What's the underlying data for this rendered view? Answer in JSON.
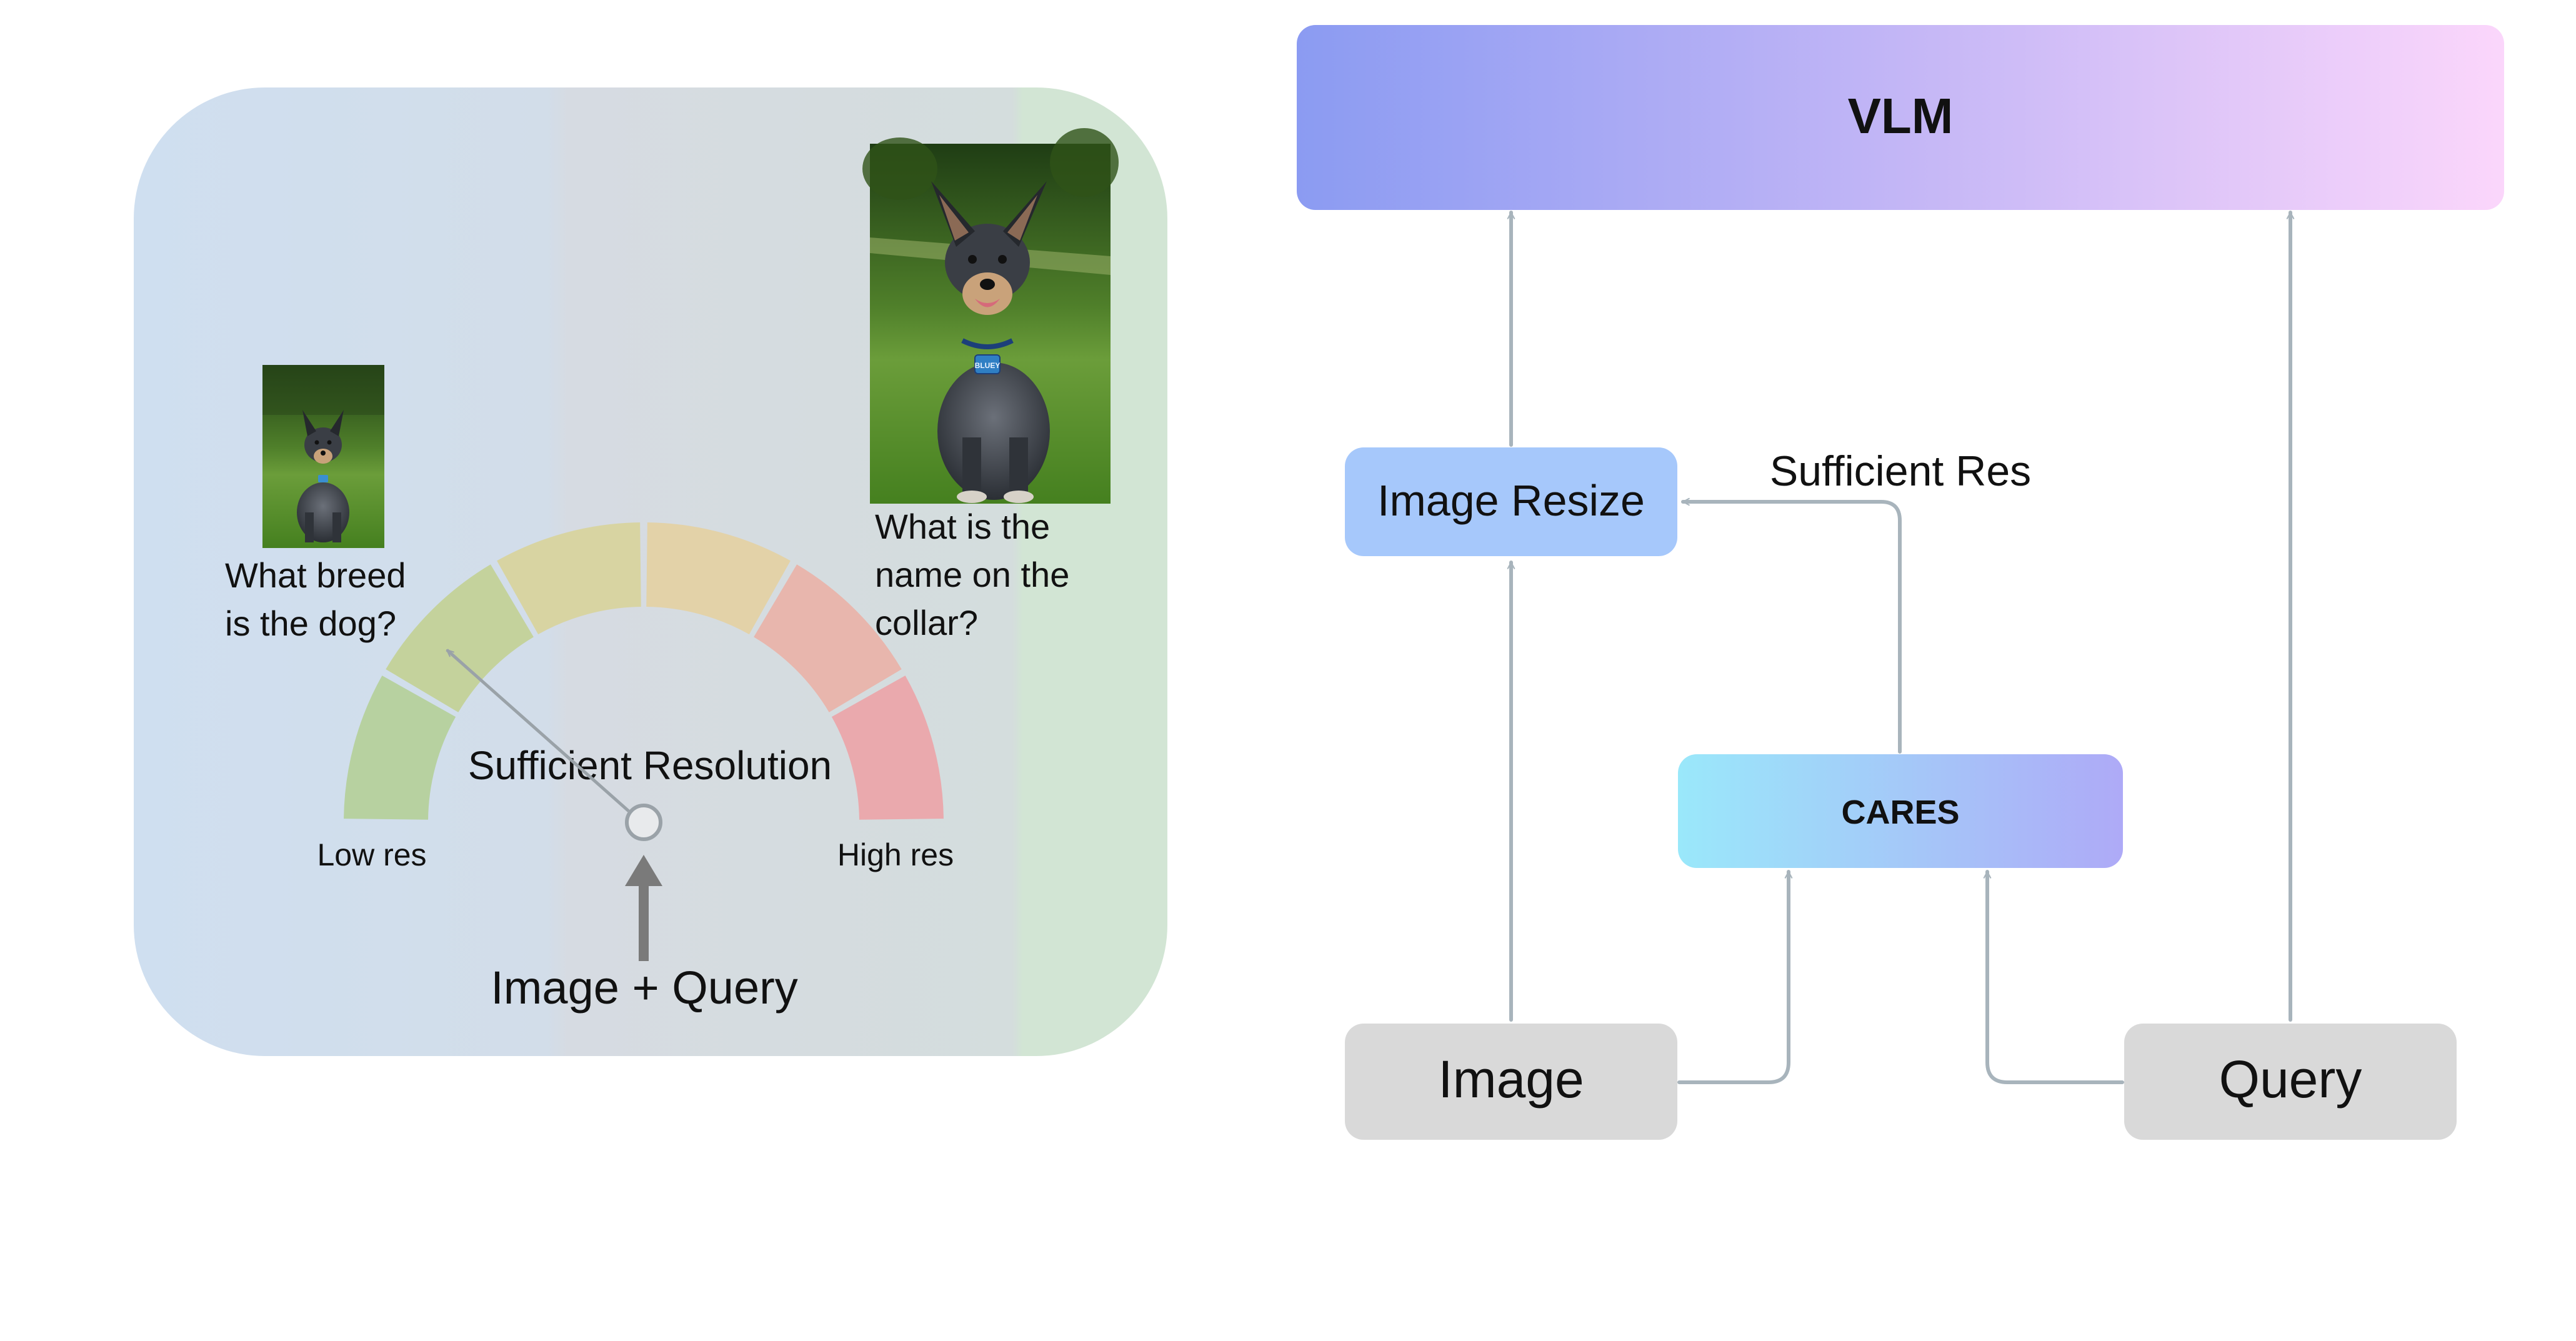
{
  "left_panel": {
    "small_image_question": [
      "What breed",
      "is the dog?"
    ],
    "large_image_question": [
      "What is the",
      "name on the",
      "collar?"
    ],
    "gauge_title": "Sufficient Resolution",
    "gauge_low": "Low res",
    "gauge_high": "High res",
    "input_label": "Image + Query",
    "collar_tag": "BLUEY",
    "colors": {
      "panel_left": "#cfdff0",
      "panel_mid": "#d6dbe2",
      "panel_right": "#d2e5d4",
      "gauge_green": "#b7d1a0",
      "gauge_yellow": "#e3d2a8",
      "gauge_red": "#eaa9ad"
    }
  },
  "flow": {
    "vlm": "VLM",
    "image_resize": "Image Resize",
    "cares": "CARES",
    "image": "Image",
    "query": "Query",
    "sufficient_res": "Sufficient Res",
    "colors": {
      "vlm_start": "#8b9bf2",
      "vlm_end": "#fbd6fb",
      "resize": "#a6c8fb",
      "cares_start": "#9ae8fa",
      "cares_end": "#aeaaf7",
      "input_box": "#d9d9d9",
      "connector": "#a8b4bc"
    }
  }
}
